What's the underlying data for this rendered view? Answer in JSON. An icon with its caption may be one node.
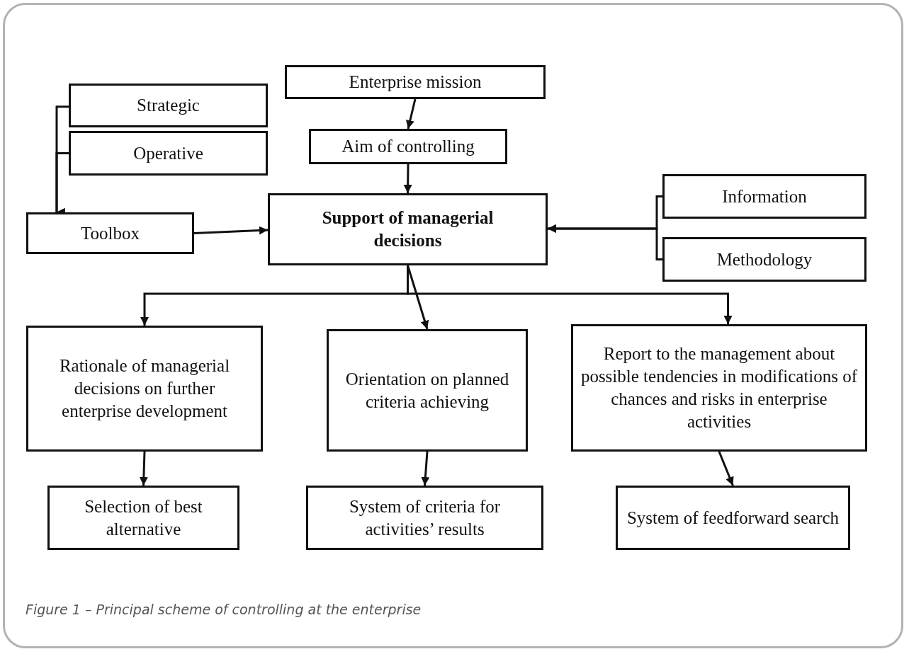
{
  "diagram": {
    "caption": "Figure 1 – Principal scheme of controlling at the enterprise",
    "nodes": [
      {
        "text": [
          "Enterprise mission"
        ]
      },
      {
        "text": [
          "Strategic"
        ]
      },
      {
        "text": [
          "Operative"
        ]
      },
      {
        "text": [
          "Aim of controlling"
        ]
      },
      {
        "text": [
          "Toolbox"
        ]
      },
      {
        "text": [
          "Support of managerial decisions"
        ]
      },
      {
        "text": [
          "Information"
        ]
      },
      {
        "text": [
          "Methodology"
        ]
      },
      {
        "text": [
          "Rationale of managerial decisions on further enterprise development"
        ]
      },
      {
        "text": [
          "Orientation on planned criteria achieving"
        ]
      },
      {
        "text": [
          "Report to the management about possible tendencies in modifications of chances and risks in enterprise activities"
        ]
      },
      {
        "text": [
          "Selection of best alternative"
        ]
      },
      {
        "text": [
          "System of criteria for activities’ results"
        ]
      },
      {
        "text": [
          "System of feedforward search"
        ]
      }
    ],
    "edges": [
      {
        "from": 0,
        "to": 3,
        "arrow": "to"
      },
      {
        "from": 1,
        "to": 4,
        "arrow": "to"
      },
      {
        "from": 2,
        "to": 4,
        "arrow": "to"
      },
      {
        "from": 3,
        "to": 5,
        "arrow": "to"
      },
      {
        "from": 4,
        "to": 5,
        "arrow": "to"
      },
      {
        "from": 6,
        "to": 5,
        "arrow": "to"
      },
      {
        "from": 7,
        "to": 5,
        "arrow": "to"
      },
      {
        "from": 5,
        "to": 8,
        "arrow": "to"
      },
      {
        "from": 5,
        "to": 9,
        "arrow": "to"
      },
      {
        "from": 5,
        "to": 10,
        "arrow": "to"
      },
      {
        "from": 8,
        "to": 11,
        "arrow": "to"
      },
      {
        "from": 9,
        "to": 12,
        "arrow": "to"
      },
      {
        "from": 10,
        "to": 13,
        "arrow": "to"
      }
    ]
  }
}
